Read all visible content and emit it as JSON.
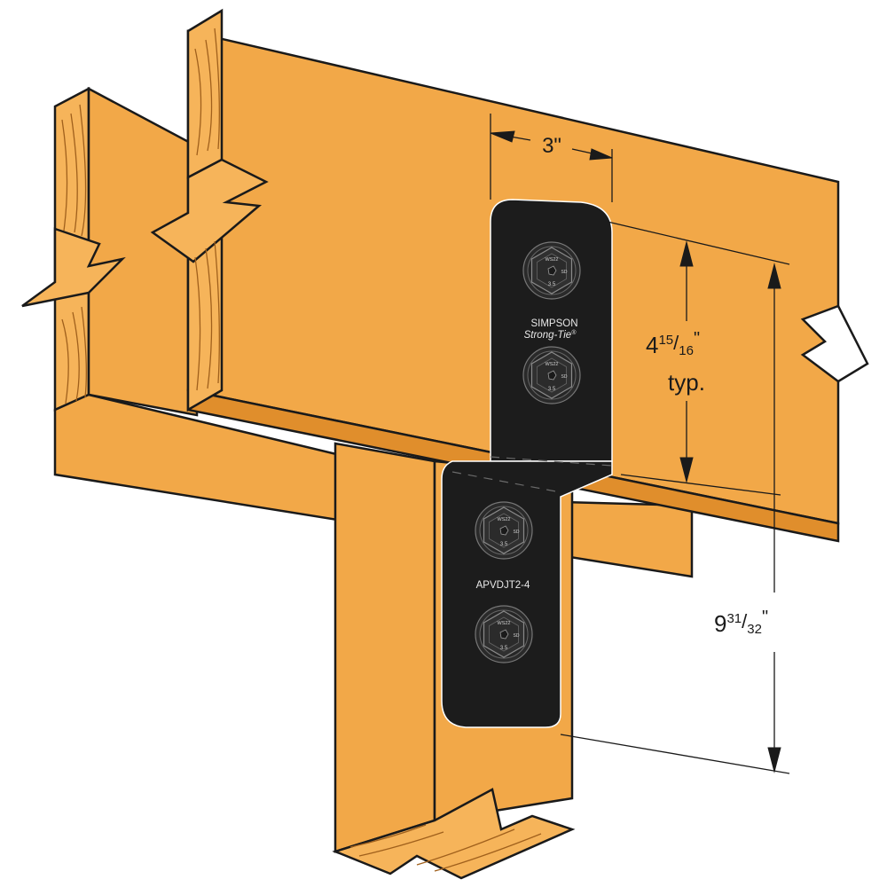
{
  "colors": {
    "wood_face": "#F2A848",
    "wood_top": "#F6B45A",
    "wood_dark": "#E08E2C",
    "grain": "#A0601C",
    "outline": "#1a1a1a",
    "plate": "#1c1c1c",
    "bolt": "#2e2e2e"
  },
  "dimensions": {
    "width": "3\"",
    "spacing_main": "4",
    "spacing_num": "15",
    "spacing_den": "16",
    "spacing_unit": "\"",
    "spacing_note": "typ.",
    "total_main": "9",
    "total_num": "31",
    "total_den": "32",
    "total_unit": "\""
  },
  "plate": {
    "brand_line1": "SIMPSON",
    "brand_line2": "Strong-Tie",
    "brand_mark": "®",
    "model": "APVDJT2-4"
  },
  "bolt_marking": {
    "code": "WS22",
    "size": "3.5",
    "mark": "SD"
  }
}
